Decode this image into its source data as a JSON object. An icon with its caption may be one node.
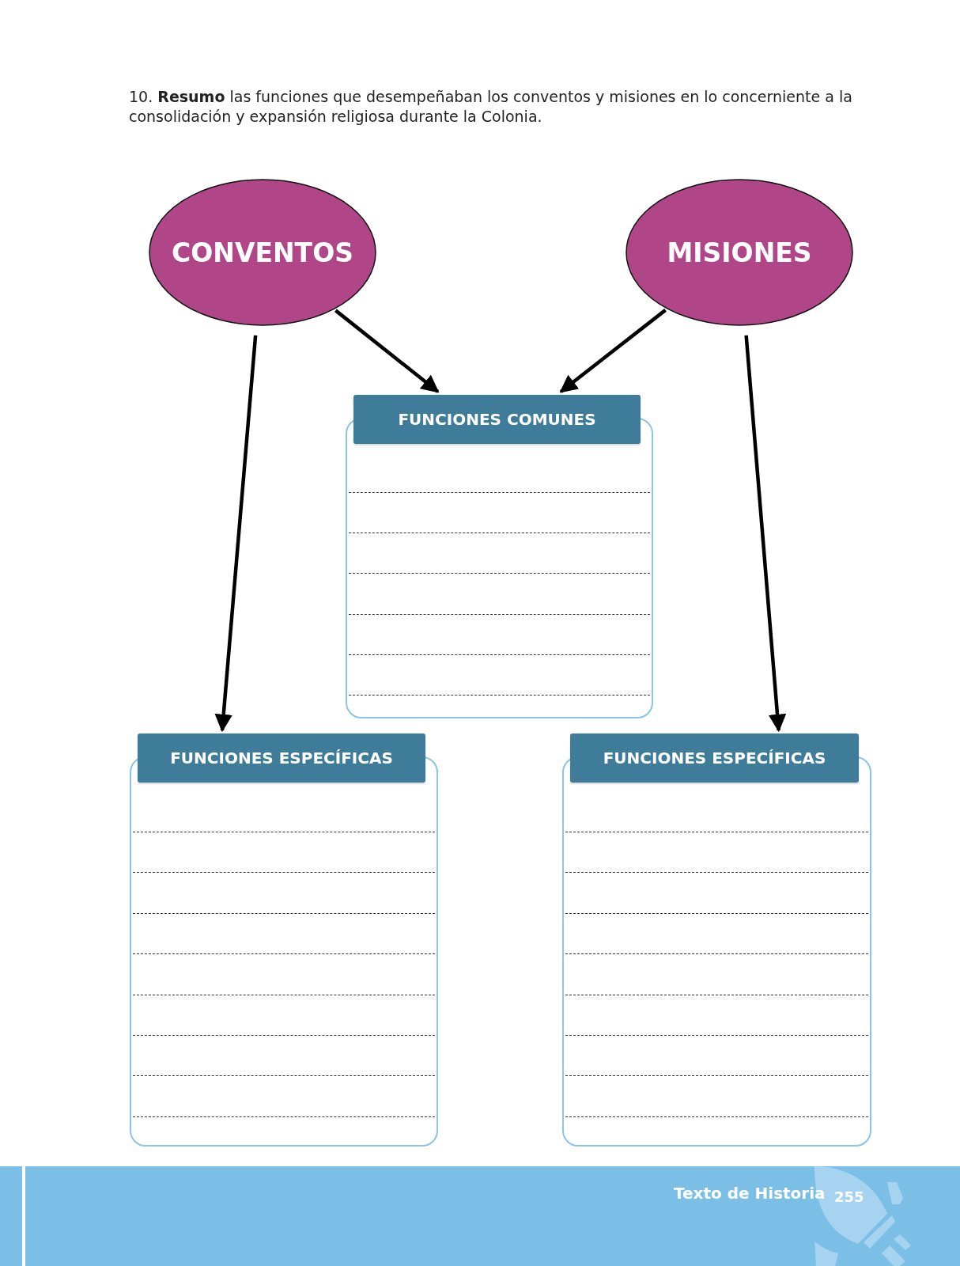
{
  "diagram": {
    "title": "10. **Resumo** las funciones que desempeñaban los conventos y misiones en lo concerniente a la consolidación y expansión religiosa durante la Colonia.",
    "nodes": [
      {
        "text": [
          "CONVENTOS"
        ]
      },
      {
        "text": [
          "MISIONES"
        ]
      },
      {
        "text": [
          "FUNCIONES COMUNES"
        ]
      },
      {
        "text": [
          "FUNCIONES ESPECÍFICAS"
        ]
      },
      {
        "text": [
          "FUNCIONES ESPECÍFICAS"
        ]
      }
    ],
    "edges": [
      {
        "from": 0,
        "to": 3,
        "arrow": "to"
      },
      {
        "from": 0,
        "to": 2,
        "arrow": "to"
      },
      {
        "from": 1,
        "to": 2,
        "arrow": "to"
      },
      {
        "from": 1,
        "to": 4,
        "arrow": "to"
      }
    ],
    "labels": [
      "Texto de Historia",
      "255"
    ]
  }
}
